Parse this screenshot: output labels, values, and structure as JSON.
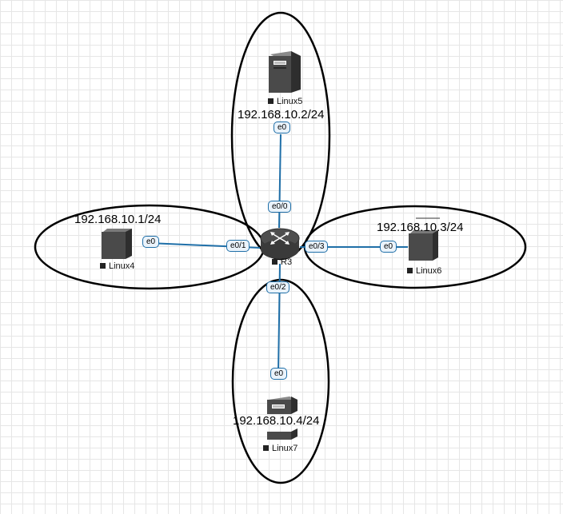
{
  "colors": {
    "link": "#1f6fa8",
    "ellipse": "#000000",
    "port_bg": "#eaf3fb",
    "grid": "#e6e6e6"
  },
  "router": {
    "name": "R3",
    "icon": "router-icon"
  },
  "nodes": {
    "linux4": {
      "name": "Linux4",
      "ip": "192.168.10.1/24",
      "port": "e0",
      "icon": "server-icon"
    },
    "linux5": {
      "name": "Linux5",
      "ip": "192.168.10.2/24",
      "port": "e0",
      "icon": "server-icon"
    },
    "linux6": {
      "name": "Linux6",
      "ip": "192.168.10.3/24",
      "port": "e0",
      "icon": "server-icon"
    },
    "linux7": {
      "name": "Linux7",
      "ip": "192.168.10.4/24",
      "port": "e0",
      "icon": "server-icon"
    }
  },
  "router_ports": {
    "to_linux5": "e0/0",
    "to_linux4": "e0/1",
    "to_linux7": "e0/2",
    "to_linux6": "e0/3"
  }
}
